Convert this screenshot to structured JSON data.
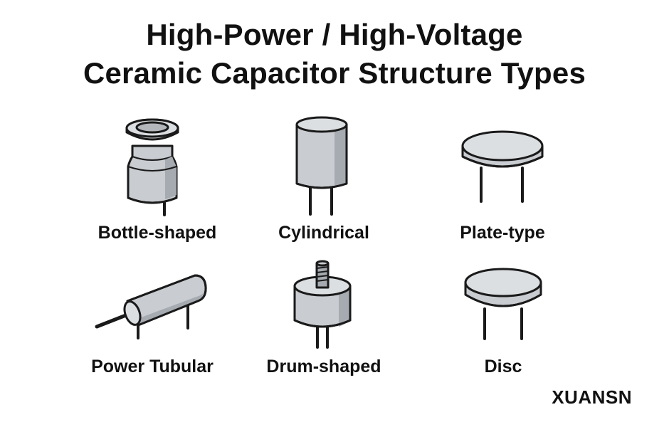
{
  "title": {
    "line1": "High-Power / High-Voltage",
    "line2": "Ceramic Capacitor Structure Types"
  },
  "types": [
    {
      "label": "Bottle-shaped",
      "icon": "bottle-capacitor-icon"
    },
    {
      "label": "Cylindrical",
      "icon": "cylindrical-capacitor-icon"
    },
    {
      "label": "Plate-type",
      "icon": "plate-capacitor-icon"
    },
    {
      "label": "Power Tubular",
      "icon": "tubular-capacitor-icon"
    },
    {
      "label": "Drum-shaped",
      "icon": "drum-capacitor-icon"
    },
    {
      "label": "Disc",
      "icon": "disc-capacitor-icon"
    }
  ],
  "brand": "XUANSN",
  "colors": {
    "body": "#c9ccd0",
    "body_light": "#dcdfe2",
    "shade": "#a6abb1",
    "outline": "#1a1a1a"
  }
}
